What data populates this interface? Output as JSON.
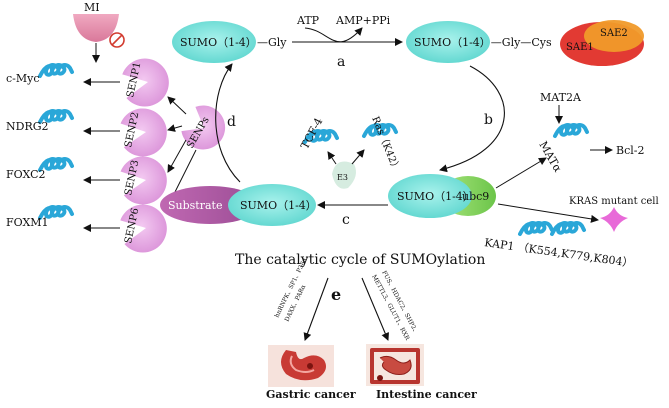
{
  "top_left": {
    "mi": "MI"
  },
  "cycle": {
    "sumo_gly": "SUMO（1-4）",
    "gly": "—Gly",
    "atp": "ATP",
    "amp": "AMP+PPi",
    "sumo_gly_cys": "SUMO（1-4）—Gly—Cys",
    "sae1": "SAE1",
    "sae2": "SAE2",
    "sumo_ubc9": "SUMO（1-4）",
    "ubc9": "ubc9",
    "substrate": "Substrate",
    "substrate_sumo": "SUMO（1-4）",
    "step_a": "a",
    "step_b": "b",
    "step_c": "c",
    "step_d": "d",
    "step_e": "e",
    "caption": "The catalytic cycle of SUMOylation"
  },
  "senps": {
    "hub": "SENPs",
    "senp1": "SENP1",
    "senp2": "SENP2",
    "senp3": "SENP3",
    "senp6": "SENP6",
    "targets": [
      "c-Myc",
      "NDRG2",
      "FOXC2",
      "FOXM1"
    ]
  },
  "e3_cluster": {
    "e3": "E3",
    "tcf4": "TCF-4",
    "ras": "Ras（K42）"
  },
  "right_side": {
    "mat2a": "MAT2A",
    "mat_alpha": "MATα",
    "bcl2": "Bcl-2",
    "kras": "KRAS mutant cell",
    "kap1": "KAP1 （K554,K779,K804）"
  },
  "cancers": {
    "gastric": "Gastric cancer",
    "intestine": "Intestine cancer",
    "gastric_factors_1": "hnRNPK、SP1、P38α、",
    "gastric_factors_2": "DAXX、PARα",
    "intestine_factors_1": "FUS、HDAC2、SHP2、",
    "intestine_factors_2": "METTL3、GLUT1、RXR"
  },
  "colors": {
    "sumo_fill": "#7fe3dc",
    "sumo_dark": "#44c8c2",
    "senp_fill": "#e6a8e6",
    "mi_fill": "#e79ab4",
    "ubc9_fill": "#8ed865",
    "substrate_fill": "#b55aa8",
    "sae_orange": "#ee7a2a",
    "sae_red": "#e23a33",
    "helix": "#2aa7d8",
    "kras_fill": "#e86ad8",
    "e3_fill": "#d6ece0"
  }
}
